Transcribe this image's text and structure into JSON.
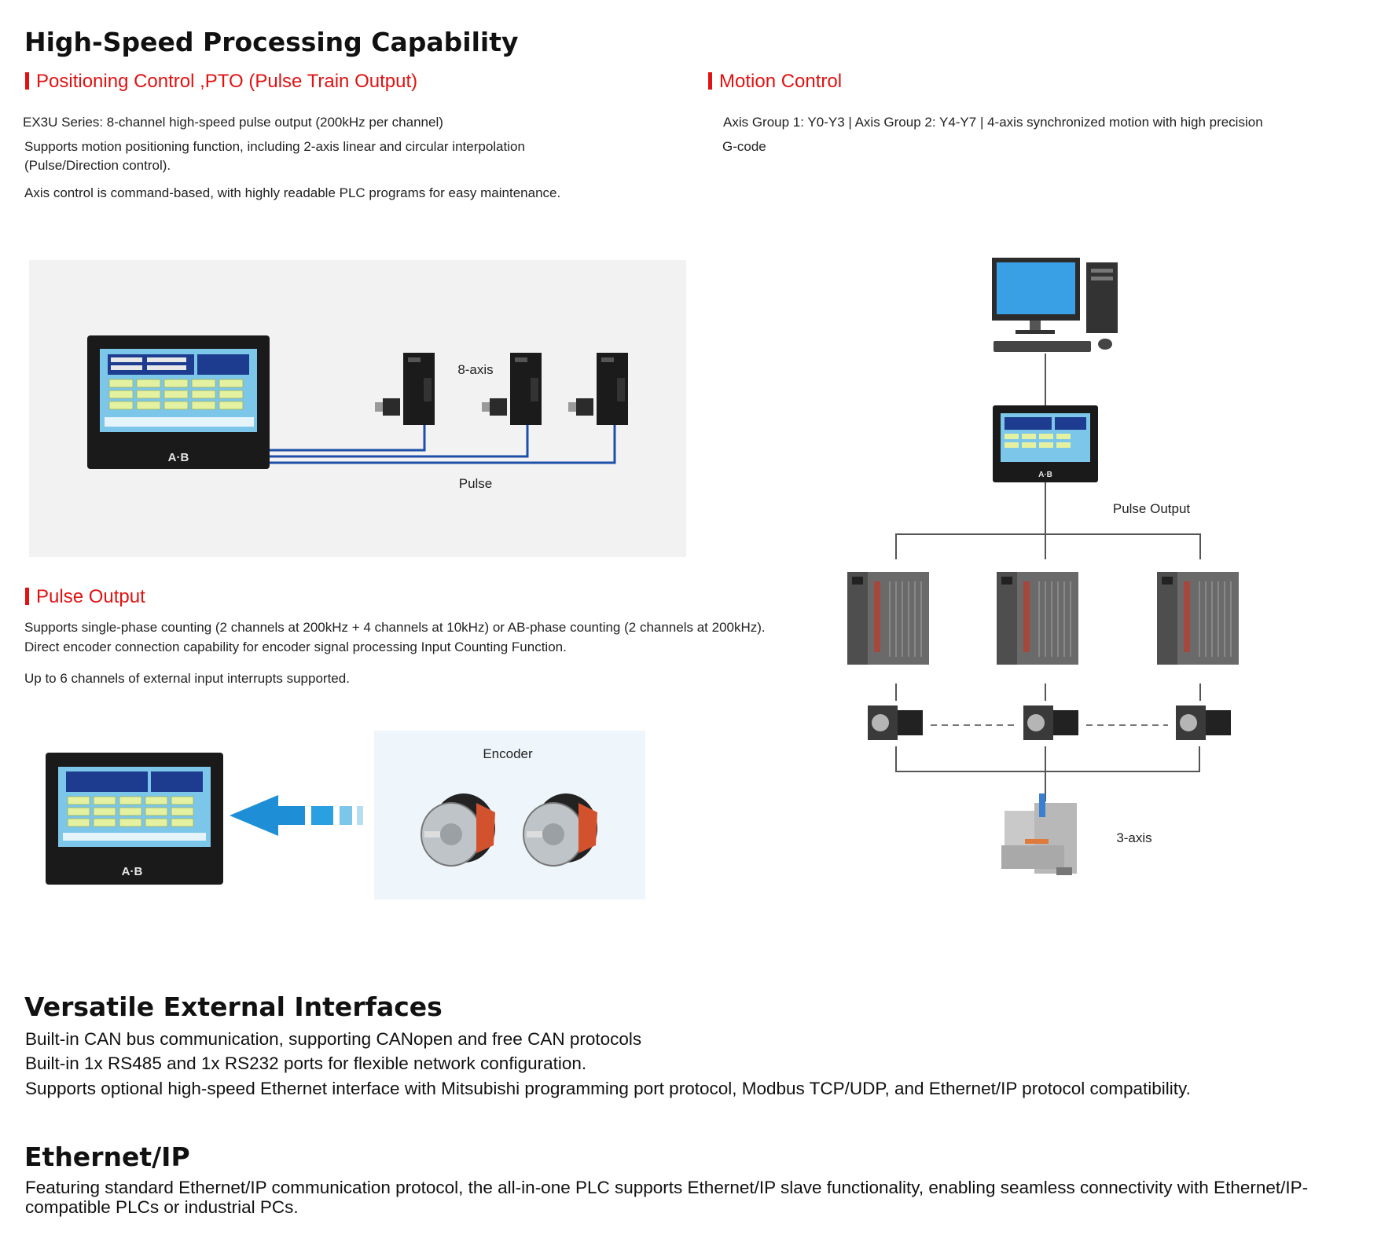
{
  "high_speed": {
    "title": "High-Speed Processing Capability",
    "positioning": {
      "heading": "Positioning Control ,PTO (Pulse Train Output)",
      "line1": "EX3U Series: 8-channel high-speed pulse output (200kHz per channel)",
      "line2": "Supports motion positioning function, including 2-axis linear and circular interpolation (Pulse/Direction control).",
      "line3": "Axis control is command-based, with highly readable PLC programs for easy maintenance."
    },
    "motion": {
      "heading": "Motion Control",
      "line1": "Axis Group 1: Y0-Y3 | Axis Group 2: Y4-Y7 | 4-axis synchronized motion with high precision",
      "line2": "G-code"
    },
    "pto_diagram": {
      "label_axis": "8-axis",
      "label_pulse": "Pulse",
      "hmi_brand": "A·B"
    },
    "pulse_output": {
      "heading": "Pulse Output",
      "line1": "Supports single-phase counting (2 channels at 200kHz + 4 channels at 10kHz) or AB-phase counting (2 channels at 200kHz).",
      "line2": "Direct encoder connection capability for encoder signal processing Input Counting Function.",
      "line3": "Up to 6 channels of external input interrupts supported."
    },
    "encoder_diagram": {
      "label_encoder": "Encoder",
      "hmi_brand": "A·B"
    },
    "motion_diagram": {
      "label_pulse_output": "Pulse Output",
      "label_3axis": "3-axis",
      "hmi_brand": "A·B"
    }
  },
  "interfaces": {
    "title": "Versatile External Interfaces",
    "line1": "Built-in CAN bus communication, supporting CANopen and free CAN protocols",
    "line2": "Built-in 1x RS485 and 1x RS232 ports for flexible network configuration.",
    "line3": "Supports optional high-speed Ethernet interface with Mitsubishi programming port protocol, Modbus TCP/UDP, and Ethernet/IP protocol compatibility."
  },
  "ethernet_ip": {
    "title": "Ethernet/IP",
    "text": "Featuring standard Ethernet/IP communication protocol, the all-in-one PLC supports Ethernet/IP slave functionality, enabling seamless connectivity with Ethernet/IP-compatible PLCs or industrial PCs."
  },
  "colors": {
    "accent_red": "#e01212",
    "wire_blue": "#1d4fa8",
    "arrow_blue": "#1e8fd6"
  }
}
